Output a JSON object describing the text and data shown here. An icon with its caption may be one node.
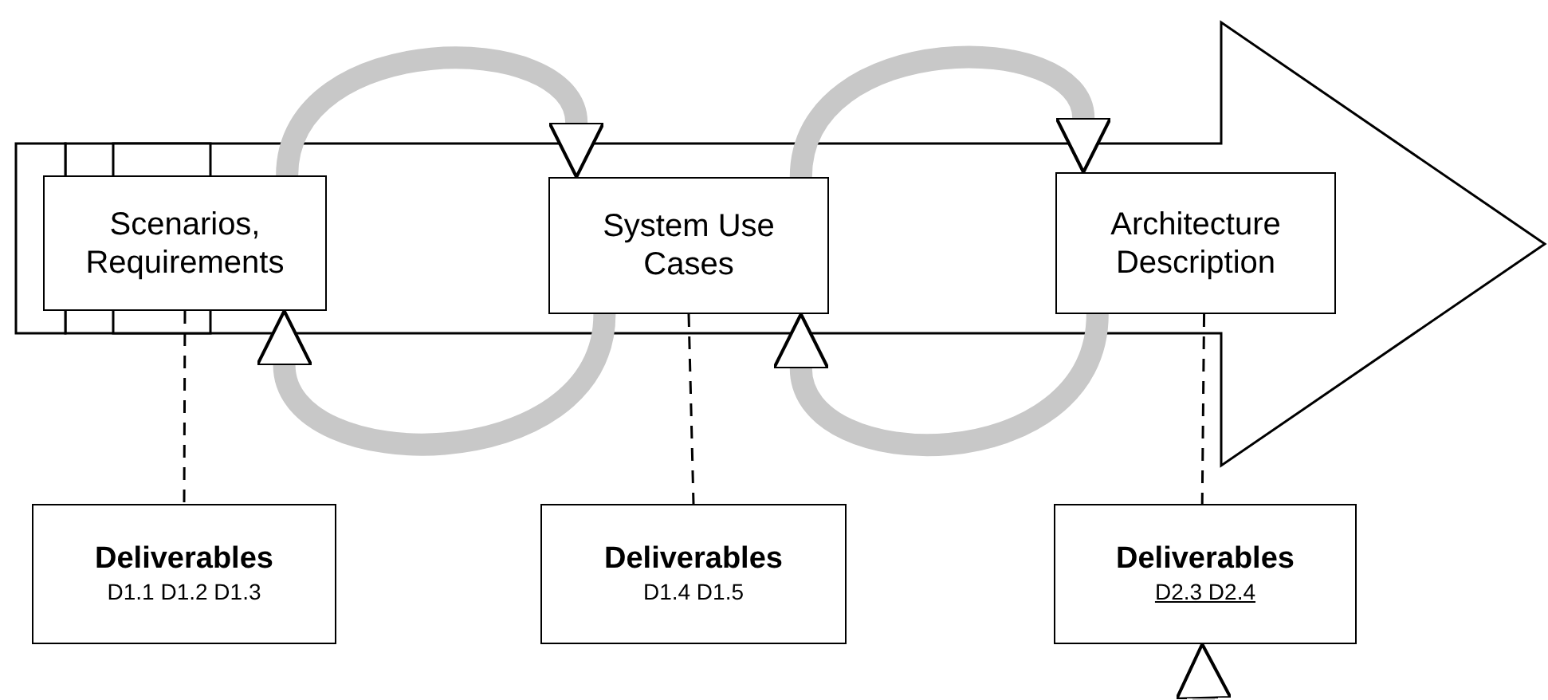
{
  "diagram": {
    "nodes": [
      {
        "text": [
          "Scenarios, Requirements"
        ]
      },
      {
        "text": [
          "System Use Cases"
        ]
      },
      {
        "text": [
          "Architecture Description"
        ]
      },
      {
        "text": [
          "Deliverables",
          "D1.1 D1.2 D1.3"
        ]
      },
      {
        "text": [
          "Deliverables",
          "D1.4 D1.5"
        ]
      },
      {
        "text": [
          "Deliverables",
          "D2.3 D2.4"
        ]
      }
    ],
    "edges": [
      {
        "from": 0,
        "to": 1,
        "arrow": "to"
      },
      {
        "from": 1,
        "to": 0,
        "arrow": "to"
      },
      {
        "from": 1,
        "to": 2,
        "arrow": "to"
      },
      {
        "from": 2,
        "to": 1,
        "arrow": "to"
      },
      {
        "from": 0,
        "to": 3,
        "arrow": "none",
        "style": "dashed",
        "color": "#000000"
      },
      {
        "from": 1,
        "to": 4,
        "arrow": "none",
        "style": "dashed",
        "color": "#000000"
      },
      {
        "from": 2,
        "to": 5,
        "arrow": "none",
        "style": "dashed",
        "color": "#000000"
      },
      {
        "from": null,
        "to": 5,
        "arrow": "to"
      }
    ]
  }
}
